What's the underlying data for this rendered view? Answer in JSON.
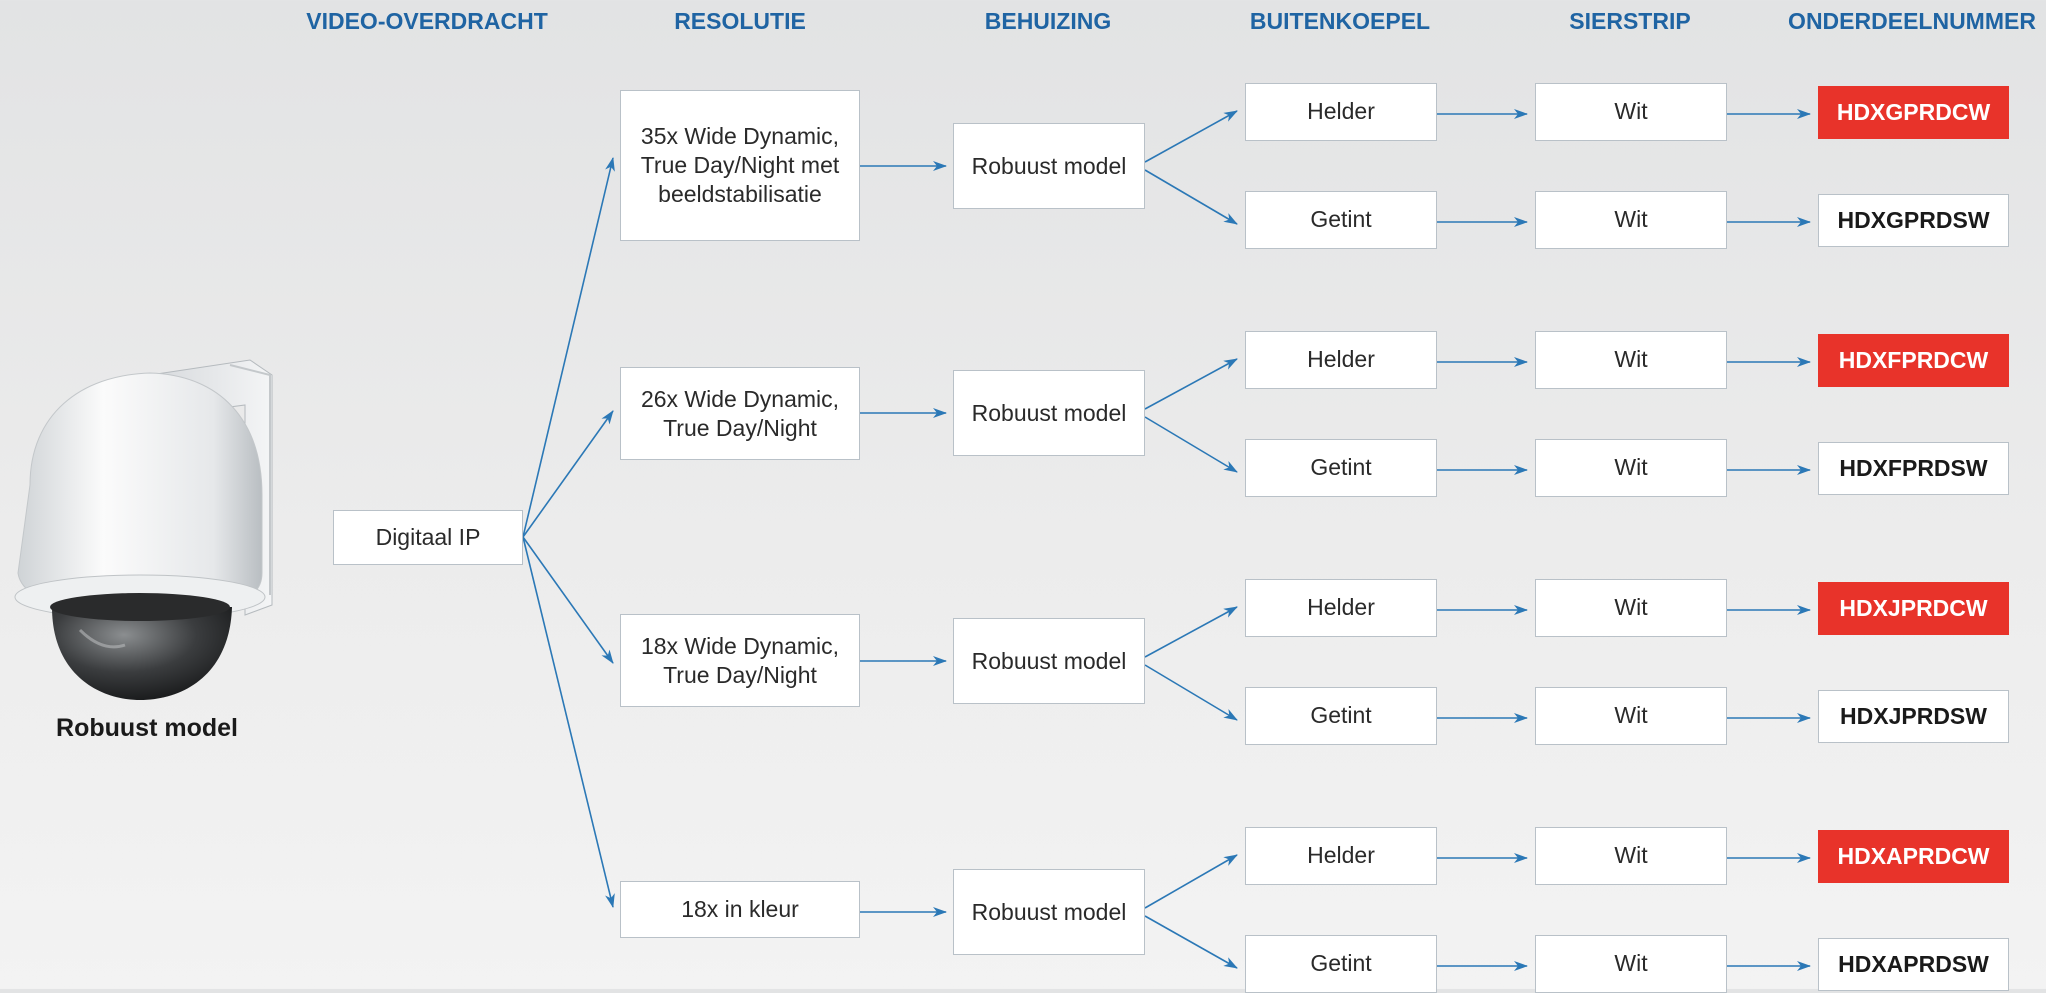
{
  "headers": {
    "video": "VIDEO-OVERDRACHT",
    "resolution": "RESOLUTIE",
    "housing": "BEHUIZING",
    "dome": "BUITENKOEPEL",
    "trim": "SIERSTRIP",
    "part": "ONDERDEELNUMMER"
  },
  "camera": {
    "label": "Robuust model",
    "icon": "ptz-dome-camera-icon"
  },
  "transmission": "Digitaal IP",
  "branches": [
    {
      "resolution_lines": [
        "35x Wide Dynamic,",
        "True Day/Night met",
        "beeldstabilisatie"
      ],
      "housing": "Robuust model",
      "options": [
        {
          "dome": "Helder",
          "trim": "Wit",
          "part": "HDXGPRDCW",
          "highlight": true
        },
        {
          "dome": "Getint",
          "trim": "Wit",
          "part": "HDXGPRDSW",
          "highlight": false
        }
      ]
    },
    {
      "resolution_lines": [
        "26x Wide Dynamic,",
        "True Day/Night"
      ],
      "housing": "Robuust model",
      "options": [
        {
          "dome": "Helder",
          "trim": "Wit",
          "part": "HDXFPRDCW",
          "highlight": true
        },
        {
          "dome": "Getint",
          "trim": "Wit",
          "part": "HDXFPRDSW",
          "highlight": false
        }
      ]
    },
    {
      "resolution_lines": [
        "18x Wide Dynamic,",
        "True Day/Night"
      ],
      "housing": "Robuust model",
      "options": [
        {
          "dome": "Helder",
          "trim": "Wit",
          "part": "HDXJPRDCW",
          "highlight": true
        },
        {
          "dome": "Getint",
          "trim": "Wit",
          "part": "HDXJPRDSW",
          "highlight": false
        }
      ]
    },
    {
      "resolution_lines": [
        "18x in kleur"
      ],
      "housing": "Robuust model",
      "options": [
        {
          "dome": "Helder",
          "trim": "Wit",
          "part": "HDXAPRDCW",
          "highlight": true
        },
        {
          "dome": "Getint",
          "trim": "Wit",
          "part": "HDXAPRDSW",
          "highlight": false
        }
      ]
    }
  ],
  "colors": {
    "accent_blue": "#1f64a3",
    "arrow_blue": "#2b78b6",
    "highlight_red": "#e8332a"
  }
}
